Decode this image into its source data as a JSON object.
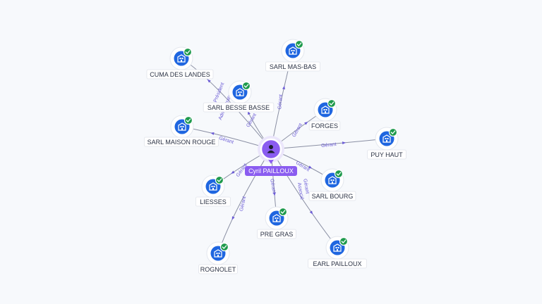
{
  "center": {
    "label": "Cyril PAILLOUX",
    "icon": "person-icon",
    "color": "#8a5cf0"
  },
  "nodes": [
    {
      "id": "cuma-des-landes",
      "label": "CUMA DES LANDES",
      "icon": "building-icon",
      "status": "verified-check-icon",
      "relations": [
        "Président",
        "Administrateur"
      ]
    },
    {
      "id": "sarl-mas-bas",
      "label": "SARL MAS-BAS",
      "icon": "building-icon",
      "status": "verified-check-icon",
      "relations": [
        "Gérant"
      ]
    },
    {
      "id": "sarl-besse-basse",
      "label": "SARL BESSE BASSE",
      "icon": "building-icon",
      "status": "verified-check-icon",
      "relations": [
        "Gérant"
      ]
    },
    {
      "id": "forges",
      "label": "FORGES",
      "icon": "building-icon",
      "status": "verified-check-icon",
      "relations": [
        "Gérant"
      ]
    },
    {
      "id": "sarl-maison-rouge",
      "label": "SARL MAISON ROUGE",
      "icon": "building-icon",
      "status": "verified-check-icon",
      "relations": [
        "Gérant"
      ]
    },
    {
      "id": "puy-haut",
      "label": "PUY HAUT",
      "icon": "building-icon",
      "status": "verified-check-icon",
      "relations": [
        "Gérant"
      ]
    },
    {
      "id": "liesses",
      "label": "LIESSES",
      "icon": "building-icon",
      "status": "verified-check-icon",
      "relations": [
        "Gérant"
      ]
    },
    {
      "id": "sarl-bourg",
      "label": "SARL BOURG",
      "icon": "building-icon",
      "status": "verified-check-icon",
      "relations": [
        "Gérant"
      ]
    },
    {
      "id": "pre-gras",
      "label": "PRE GRAS",
      "icon": "building-icon",
      "status": "verified-check-icon",
      "relations": [
        "Gérant"
      ]
    },
    {
      "id": "rognolet",
      "label": "ROGNOLET",
      "icon": "building-icon",
      "status": "verified-check-icon",
      "relations": [
        "Gérant"
      ]
    },
    {
      "id": "earl-pailloux",
      "label": "EARL PAILLOUX",
      "icon": "building-icon",
      "status": "verified-check-icon",
      "relations": [
        "Gérant",
        "Associé"
      ]
    }
  ]
}
